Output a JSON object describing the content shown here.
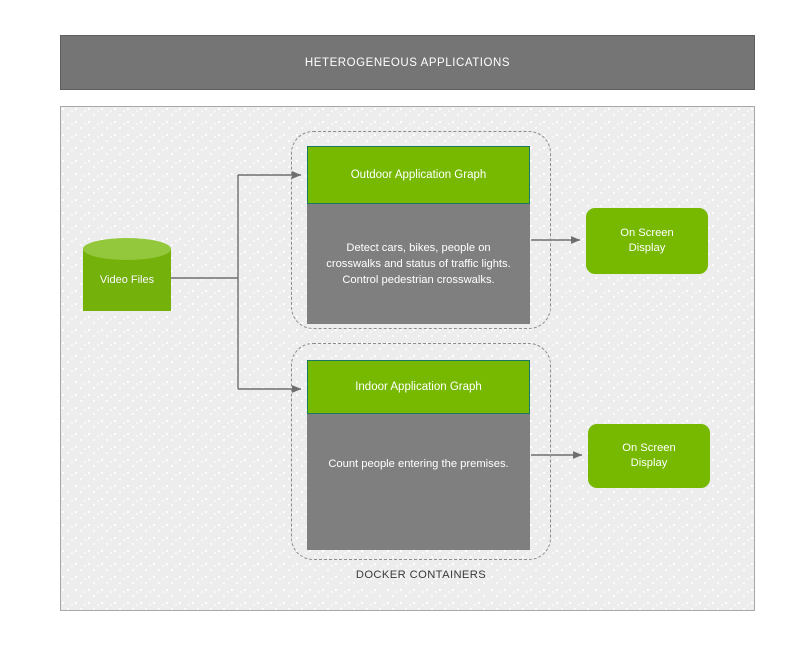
{
  "header": {
    "title": "HETEROGENEOUS APPLICATIONS"
  },
  "source": {
    "label": "Video Files",
    "shape": "cylinder",
    "color": "#74b10a",
    "top_color": "#93c83d"
  },
  "containers": {
    "caption": "DOCKER CONTAINERS",
    "outdoor": {
      "header_label": "Outdoor Application Graph",
      "body_text": "Detect cars, bikes, people on\ncrosswalks and status of traffic lights.\nControl pedestrian crosswalks."
    },
    "indoor": {
      "header_label": "Indoor Application Graph",
      "body_text": "Count people entering the premises."
    }
  },
  "outputs": {
    "outdoor_display": "On Screen\nDisplay",
    "indoor_display": "On Screen\nDisplay"
  },
  "colors": {
    "brand_green": "#76b900",
    "header_gray": "#757575",
    "body_gray": "#7f7f7f",
    "panel_bg": "#ededed",
    "connector": "#6e6e6e",
    "green_border": "#19785f",
    "dashed_border": "#8c8c8c"
  }
}
